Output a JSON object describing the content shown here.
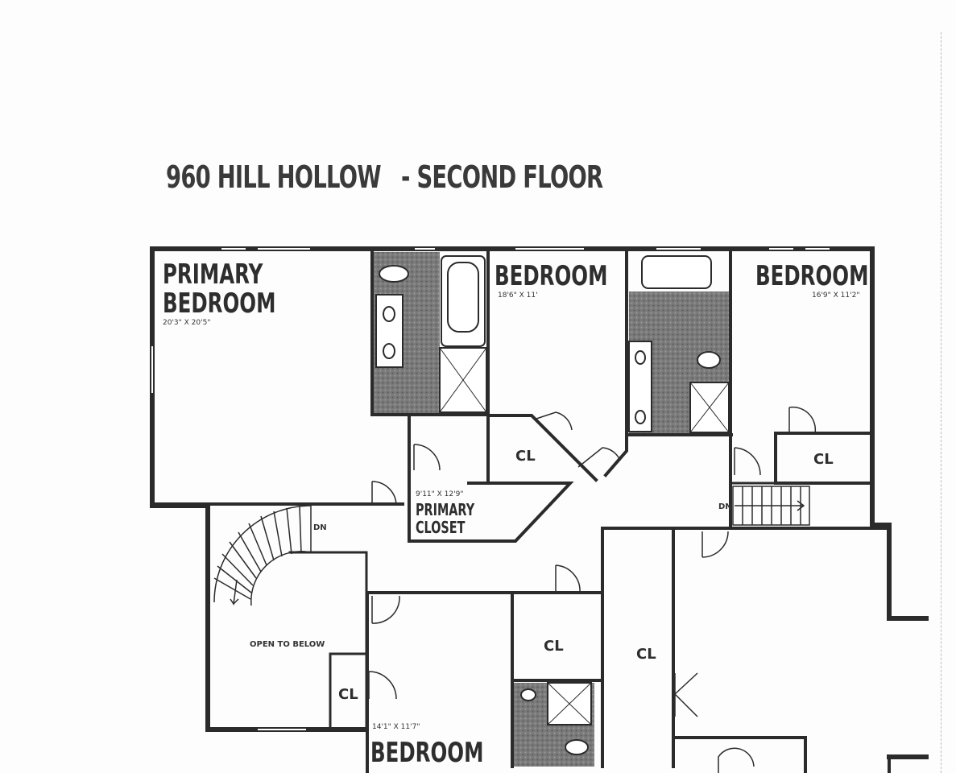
{
  "title": {
    "address": "960 HILL HOLLOW",
    "floor": "- SECOND FLOOR"
  },
  "rooms": {
    "primary_bedroom": {
      "line1": "PRIMARY",
      "line2": "BEDROOM",
      "dims": "20'3\" X 20'5\""
    },
    "bedroom_2": {
      "name": "BEDROOM",
      "dims": "18'6\" X 11'"
    },
    "bedroom_3": {
      "name": "BEDROOM",
      "dims": "16'9\" X 11'2\""
    },
    "bedroom_4": {
      "name": "BEDROOM",
      "dims": "14'1\" X 11'7\""
    },
    "primary_closet": {
      "dims": "9'11\" X 12'9\"",
      "line1": "PRIMARY",
      "line2": "CLOSET"
    },
    "open_to_below": "OPEN TO BELOW"
  },
  "closets": {
    "cl_bedroom2": "CL",
    "cl_bedroom3": "CL",
    "cl_hall": "CL",
    "cl_stairwell": "CL",
    "cl_open": "CL"
  },
  "stairs": {
    "curved_dn": "DN",
    "straight_dn": "DN"
  }
}
